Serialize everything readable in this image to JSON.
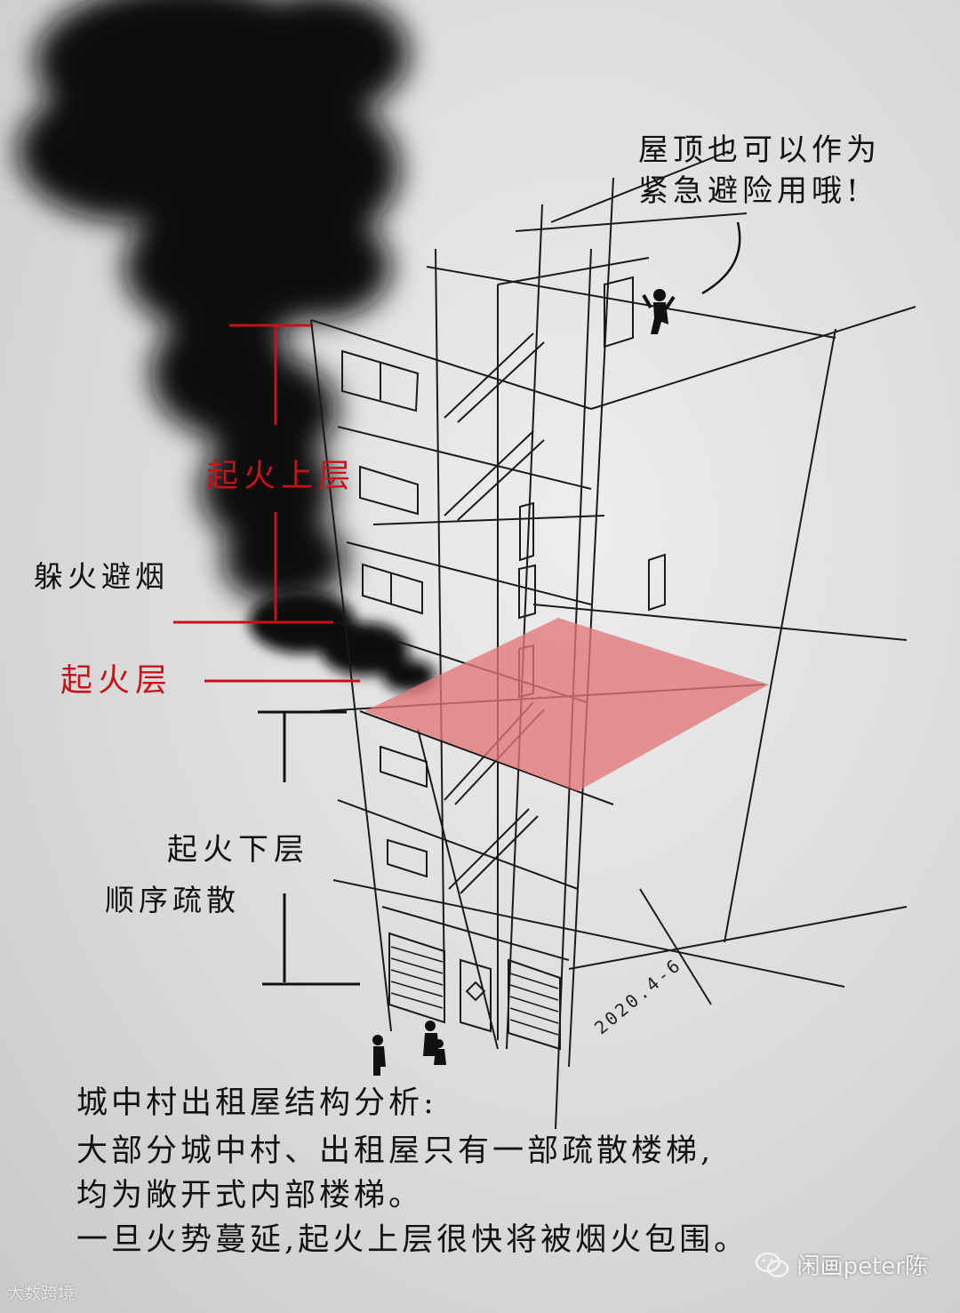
{
  "labels": {
    "roof_note_line1": "屋顶也可以作为",
    "roof_note_line2": "紧急避险用哦!",
    "upper_floors": "起火上层",
    "hide_from_smoke": "躲火避烟",
    "fire_floor": "起火层",
    "lower_floors": "起火下层",
    "orderly_evacuation": "顺序疏散"
  },
  "analysis": {
    "title": "城中村出租屋结构分析:",
    "line1": "大部分城中村、出租屋只有一部疏散楼梯,",
    "line2": "均为敞开式内部楼梯。",
    "line3": "一旦火势蔓延,起火上层很快将被烟火包围。"
  },
  "date": "2020.4-6",
  "watermarks": {
    "left": "大数跨境",
    "right": "闲画peter陈"
  },
  "colors": {
    "accent_red": "#c4141a",
    "fire_floor_fill": "#e3777b",
    "smoke": "#0a0a0a",
    "ink": "#111111"
  },
  "icons": [
    "smoke-cloud",
    "stick-figure-person",
    "wechat-icon"
  ]
}
